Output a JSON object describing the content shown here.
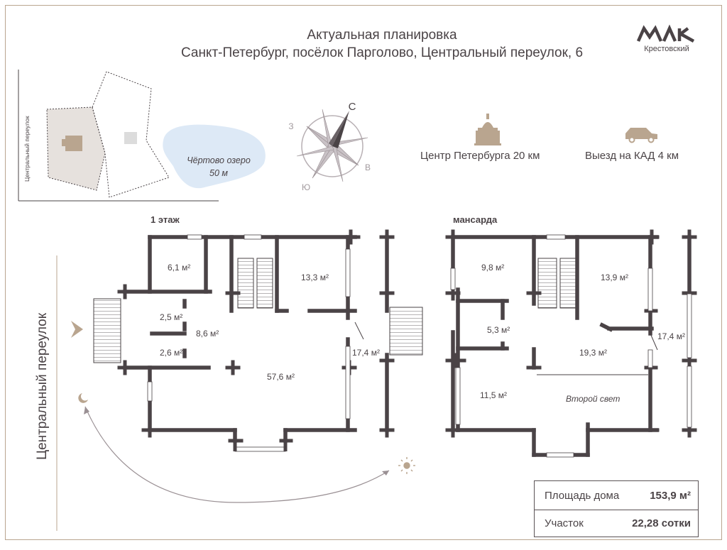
{
  "header": {
    "title_line1": "Актуальная планировка",
    "title_line2": "Санкт-Петербург, посёлок Парголово, Центральный переулок, 6"
  },
  "logo": {
    "name": "Крестовский"
  },
  "site_map": {
    "street_label": "Центральный переулок",
    "lake_name": "Чёртово озеро",
    "lake_distance": "50 м"
  },
  "compass": {
    "north": "С",
    "west": "З",
    "east": "В",
    "south": "Ю"
  },
  "distances": {
    "center": "Центр Петербурга 20 км",
    "ring_road": "Выезд на КАД 4 км"
  },
  "floor1": {
    "label": "1 этаж",
    "rooms": [
      "6,1 м²",
      "2,5 м²",
      "8,6 м²",
      "2,6 м²",
      "13,3 м²",
      "57,6 м²",
      "17,4 м²"
    ]
  },
  "attic": {
    "label": "мансарда",
    "rooms": [
      "9,8 м²",
      "13,9 м²",
      "5,3 м²",
      "17,4 м²",
      "19,3 м²",
      "11,5 м²"
    ],
    "second_light": "Второй свет"
  },
  "side_street": "Центральный переулок",
  "summary": {
    "house_area_label": "Площадь дома",
    "house_area_value": "153,9 м²",
    "plot_label": "Участок",
    "plot_value": "22,28 сотки"
  },
  "colors": {
    "wall": "#4a4346",
    "accent": "#b9a58f",
    "lake": "#dde9f6"
  }
}
